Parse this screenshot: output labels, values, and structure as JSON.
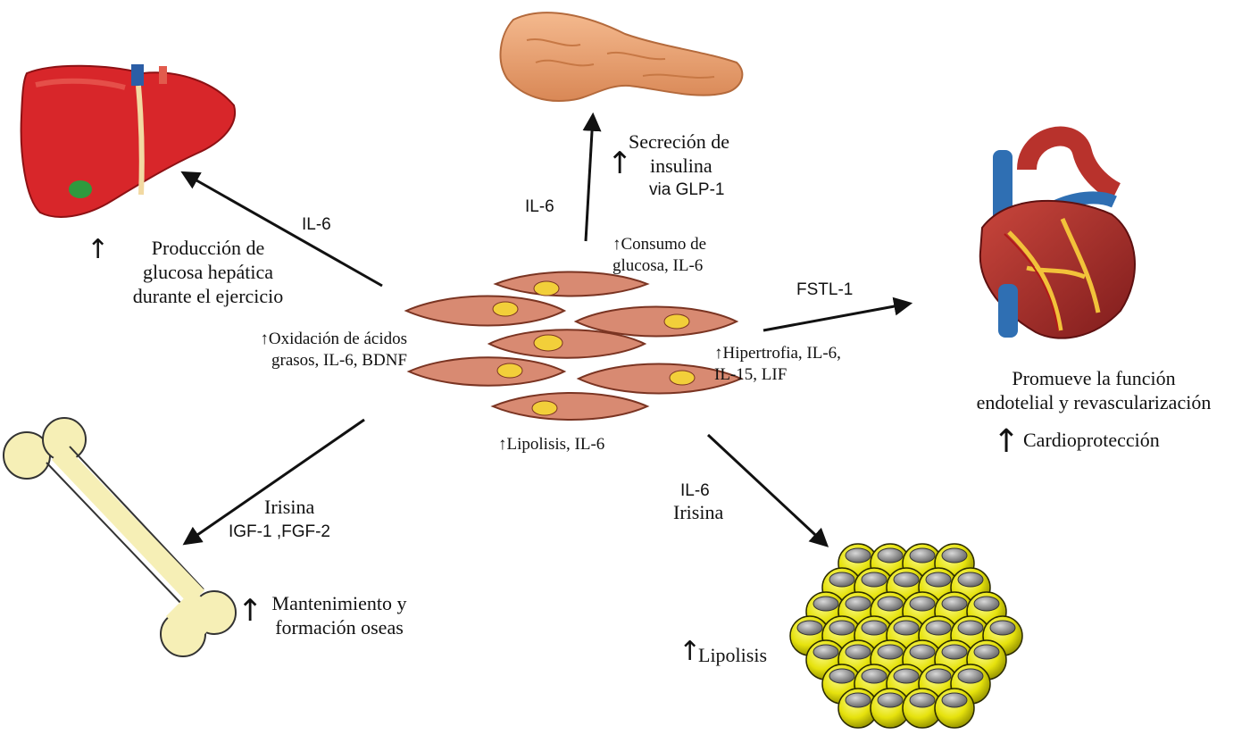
{
  "colors": {
    "arrow": "#111111",
    "liver": "#d8262a",
    "pancreas": "#eaa074",
    "muscle": "#d88a72",
    "nucleus": "#f2cf3a",
    "bone": "#f6efb6",
    "fat_cell": "#e9e60f",
    "fat_core": "#8e8e8e",
    "heart": "#b8322c",
    "vessel_blue": "#2f6fb3"
  },
  "labels": {
    "liver_cytokine": "IL-6",
    "liver_effect": "Producción de\nglucosa hepática\ndurante el ejercicio",
    "pancreas_cytokine": "IL-6",
    "pancreas_effect_1": "Secreción de",
    "pancreas_effect_2": "insulina",
    "pancreas_effect_3": "via GLP-1",
    "heart_cytokine": "FSTL-1",
    "heart_effect_1": "Promueve la función\nendotelial y revascularización",
    "heart_effect_2": "Cardioprotección",
    "bone_cytokine_1": "Irisina",
    "bone_cytokine_2": "IGF-1 ,FGF-2",
    "bone_effect": "Mantenimiento y\nformación oseas",
    "fat_cytokine_1": "IL-6",
    "fat_cytokine_2": "Irisina",
    "fat_effect": "Lipolisis",
    "muscle_glucose": "Consumo de\nglucosa, IL-6",
    "muscle_fatty_acids": "Oxidación de ácidos\ngrasos, IL-6, BDNF",
    "muscle_hypertrophy": "Hipertrofia, IL-6,\nIL-15, LIF",
    "muscle_lipolysis": "Lipolisis, IL-6",
    "up_symbol": "↑"
  }
}
